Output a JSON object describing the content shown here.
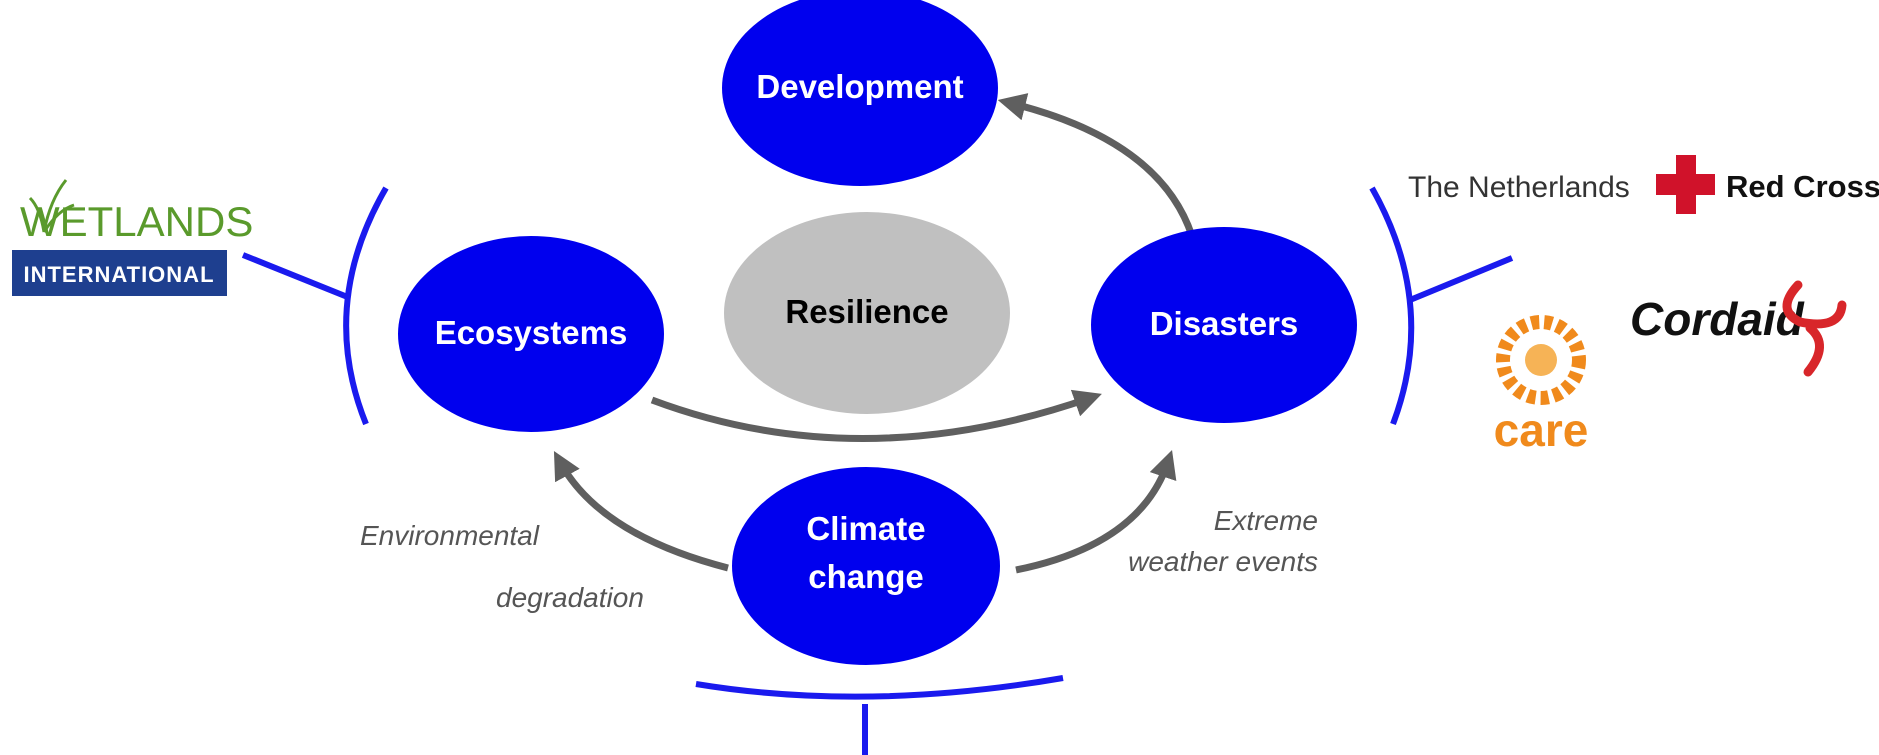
{
  "colors": {
    "node_fill": "#0000ee",
    "center_fill": "#c0c0c0",
    "arrow": "#5f5f5f",
    "bracket": "#1a1aee",
    "wetlands_green": "#5a9a2c",
    "wetlands_blue": "#1e3f8f",
    "red_cross": "#d0122a",
    "cordaid_red": "#d8262a",
    "care_orange": "#f08a1c"
  },
  "nodes": {
    "development": "Development",
    "ecosystems": "Ecosystems",
    "resilience": "Resilience",
    "disasters": "Disasters",
    "climate_line1": "Climate",
    "climate_line2": "change"
  },
  "edge_labels": {
    "env_line1": "Environmental",
    "env_line2": "degradation",
    "ext_line1": "Extreme",
    "ext_line2": "weather events"
  },
  "logos": {
    "wetlands_line1": "WETLANDS",
    "wetlands_line2": "INTERNATIONAL",
    "netherlands": "The Netherlands",
    "red_cross": "Red Cross",
    "cordaid": "Cordaid",
    "care": "care"
  }
}
